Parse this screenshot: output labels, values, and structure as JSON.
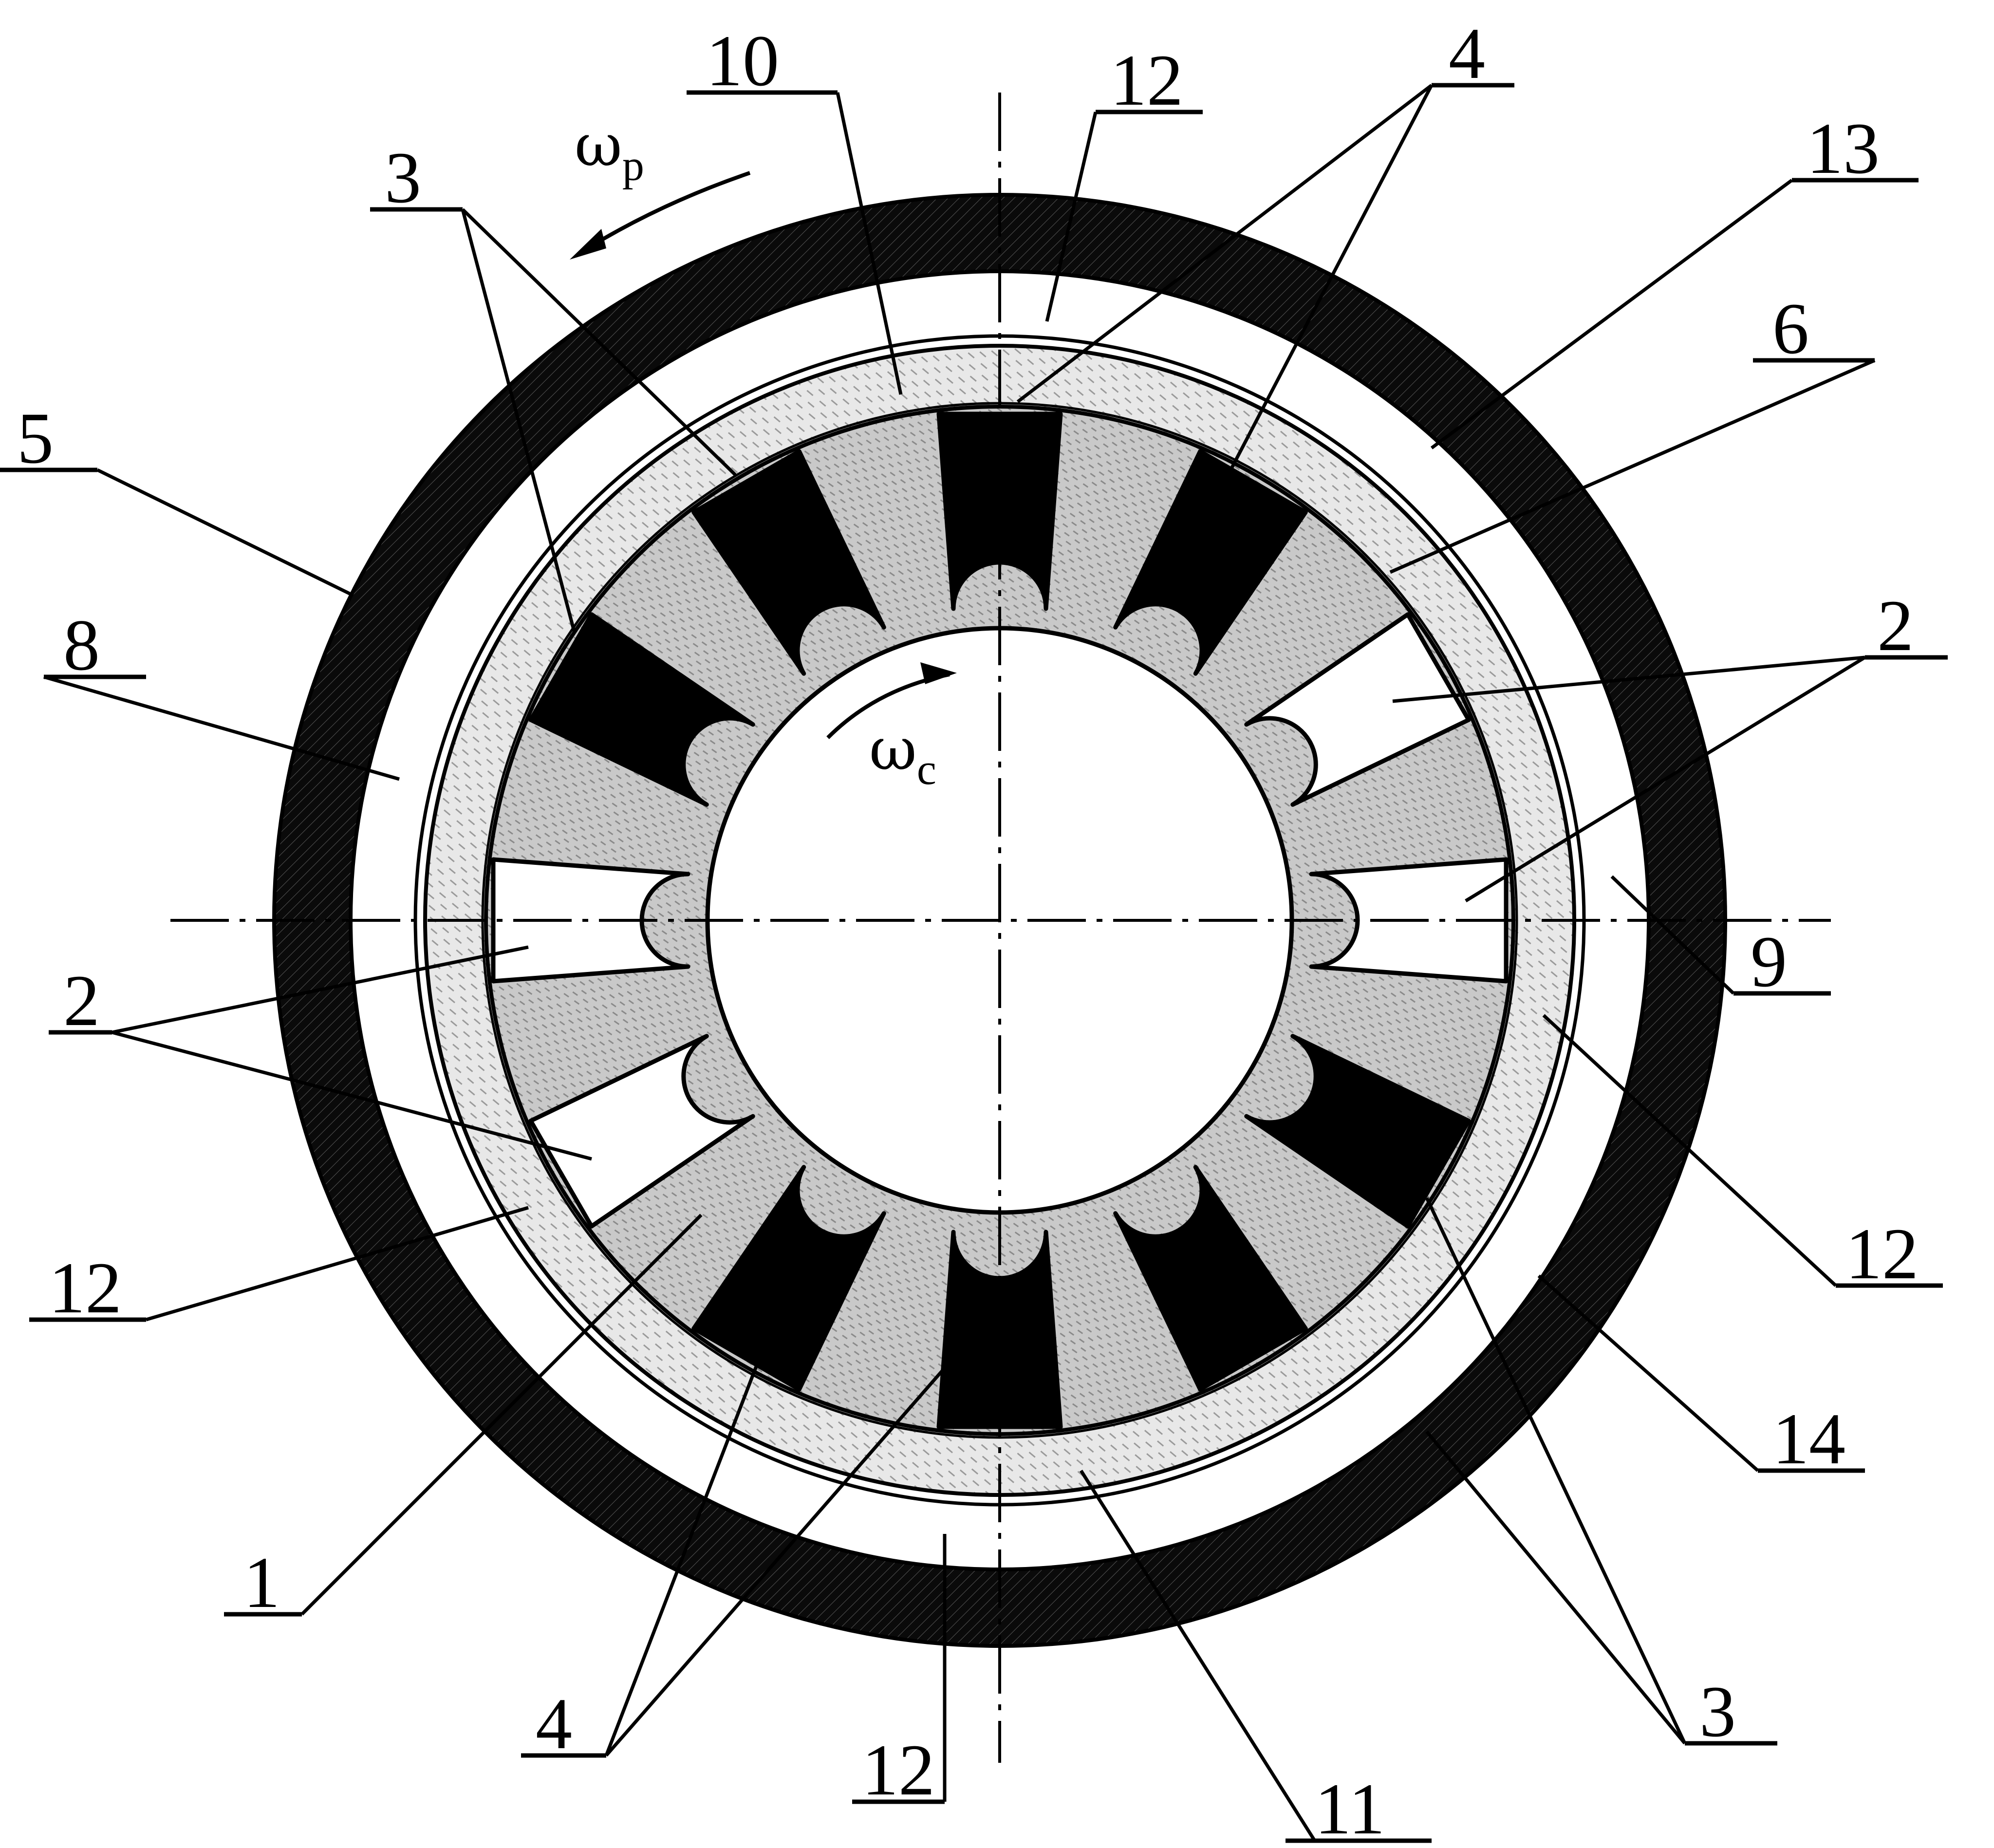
{
  "labels": [
    {
      "id": "1",
      "text": "1"
    },
    {
      "id": "2a",
      "text": "2"
    },
    {
      "id": "2b",
      "text": "2"
    },
    {
      "id": "3a",
      "text": "3"
    },
    {
      "id": "3b",
      "text": "3"
    },
    {
      "id": "4a",
      "text": "4"
    },
    {
      "id": "4b",
      "text": "4"
    },
    {
      "id": "5",
      "text": "5"
    },
    {
      "id": "6",
      "text": "6"
    },
    {
      "id": "8",
      "text": "8"
    },
    {
      "id": "9",
      "text": "9"
    },
    {
      "id": "10",
      "text": "10"
    },
    {
      "id": "11",
      "text": "11"
    },
    {
      "id": "12a",
      "text": "12"
    },
    {
      "id": "12b",
      "text": "12"
    },
    {
      "id": "12c",
      "text": "12"
    },
    {
      "id": "12d",
      "text": "12"
    },
    {
      "id": "13",
      "text": "13"
    },
    {
      "id": "14",
      "text": "14"
    }
  ],
  "rotation_marks": {
    "outer": {
      "symbol": "ω",
      "subscript": "p"
    },
    "inner": {
      "symbol": "ω",
      "subscript": "c"
    }
  },
  "colors": {
    "ink": "#000000",
    "paper": "#ffffff",
    "core_fill": "#c9c9c9",
    "sleeve_fill": "#e4e4e4"
  }
}
